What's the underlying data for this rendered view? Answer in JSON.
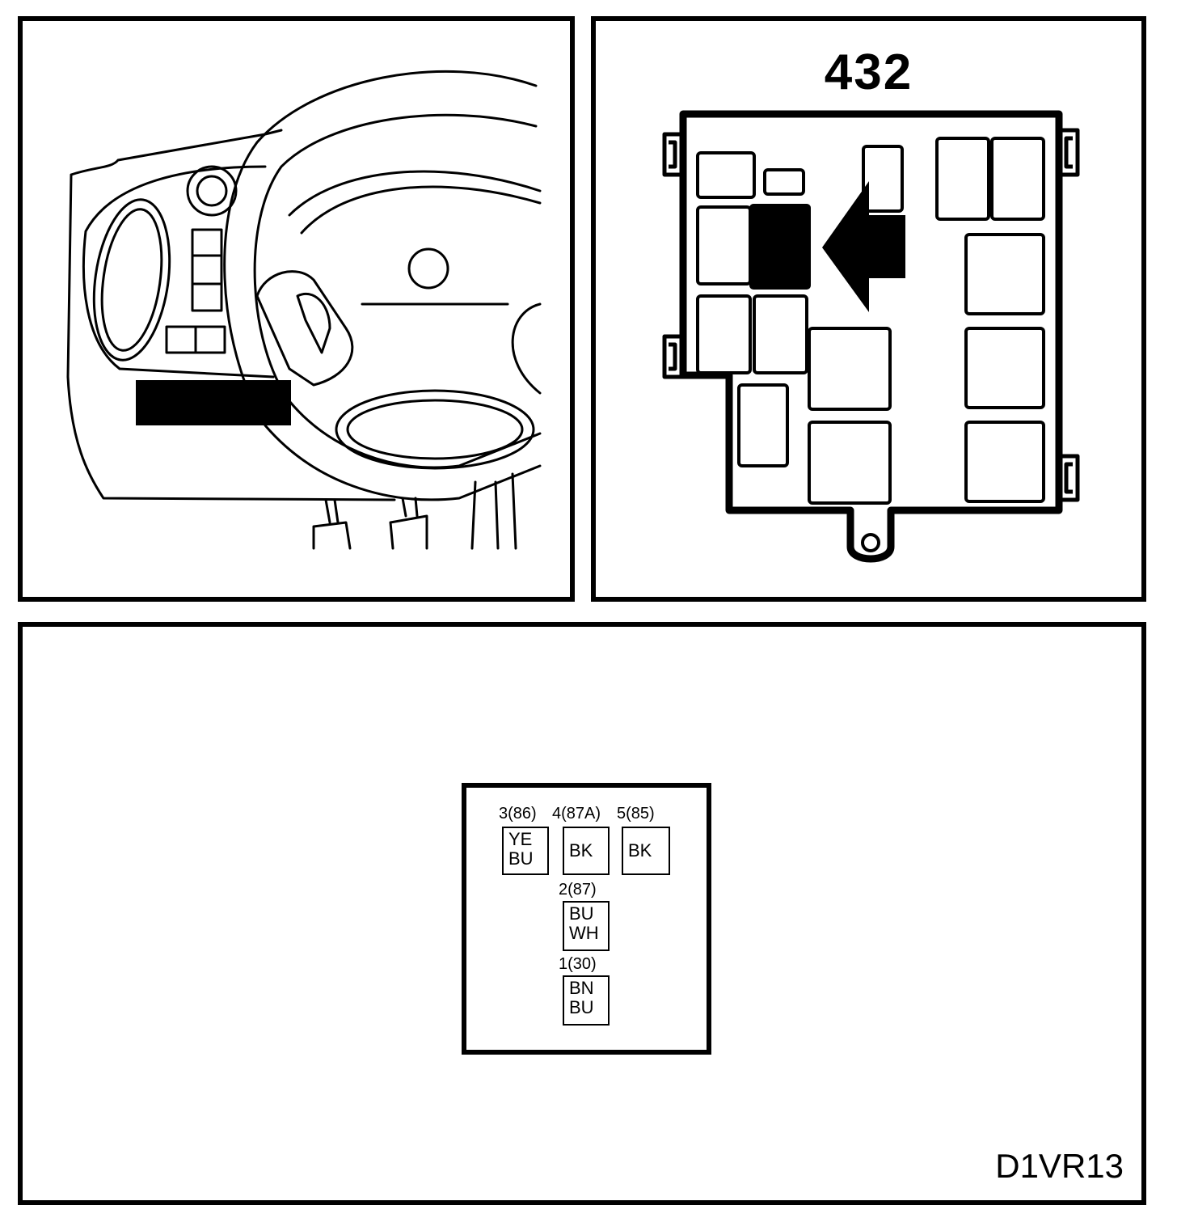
{
  "fuse_box": {
    "number": "432"
  },
  "connector": {
    "pins": [
      {
        "id": "pin-3",
        "label": "3(86)",
        "wires": [
          "YE",
          "BU"
        ]
      },
      {
        "id": "pin-4",
        "label": "4(87A)",
        "wires": [
          "BK"
        ]
      },
      {
        "id": "pin-5",
        "label": "5(85)",
        "wires": [
          "BK"
        ]
      },
      {
        "id": "pin-2",
        "label": "2(87)",
        "wires": [
          "BU",
          "WH"
        ]
      },
      {
        "id": "pin-1",
        "label": "1(30)",
        "wires": [
          "BN",
          "BU"
        ]
      }
    ]
  },
  "figure_code": "D1VR13"
}
